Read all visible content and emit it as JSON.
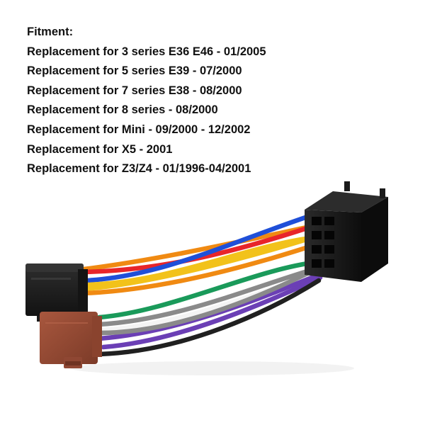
{
  "fitment": {
    "heading": "Fitment:",
    "lines": [
      "Replacement for 3 series E36 E46 - 01/2005",
      "Replacement for 5 series E39 - 07/2000",
      "Replacement for 7 series E38 - 08/2000",
      "Replacement for 8 series - 08/2000",
      "Replacement for Mini - 09/2000 - 12/2002",
      "Replacement for X5 - 2001",
      "Replacement for Z3/Z4 - 01/1996-04/2001"
    ]
  },
  "product": {
    "wire_colors": [
      "#1f4fd8",
      "#e8252a",
      "#f08a12",
      "#f2c21a",
      "#1a9a5a",
      "#6b3fb5",
      "#8a8a8a",
      "#f4f4f4",
      "#202020"
    ],
    "iso_connector_color": "#1c1c1c",
    "brown_connector_color": "#9a4e37",
    "vehicle_connector_color": "#161616"
  }
}
